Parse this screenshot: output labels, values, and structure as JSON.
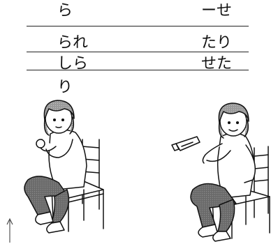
{
  "worksheet": {
    "left_column": [
      "ら",
      "られ",
      "しら",
      "り"
    ],
    "right_column": [
      "ーせ",
      "たり",
      "せた"
    ]
  },
  "colors": {
    "ink": "#111111",
    "pants": "#5a5a5a",
    "hair": "#7a7a7a",
    "chair": "#ffffff"
  }
}
